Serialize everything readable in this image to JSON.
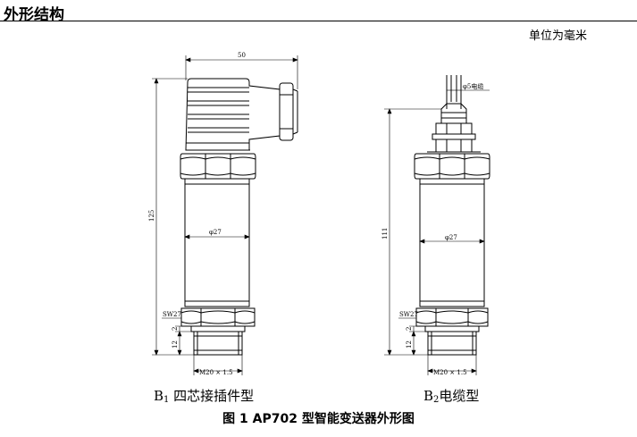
{
  "header": {
    "title": "外形结构"
  },
  "unit_note": "单位为毫米",
  "left_view": {
    "dim_width": "50",
    "dim_height": "125",
    "dim_diameter": "φ27",
    "dim_wrench": "SW27",
    "dim_gap": "2",
    "dim_thread_len": "12",
    "dim_thread": "M20 × 1.5",
    "label_prefix": "B",
    "label_sub": "1",
    "label_text": " 四芯接插件型"
  },
  "right_view": {
    "dim_cable": "φ5电缆",
    "dim_height": "111",
    "dim_diameter": "φ27",
    "dim_wrench": "SW27",
    "dim_gap": "2",
    "dim_thread_len": "12",
    "dim_thread": "M20 × 1.5",
    "label_prefix": "B",
    "label_sub": "2",
    "label_text": "电缆型"
  },
  "figure_caption": "图 1 AP702 型智能变送器外形图"
}
